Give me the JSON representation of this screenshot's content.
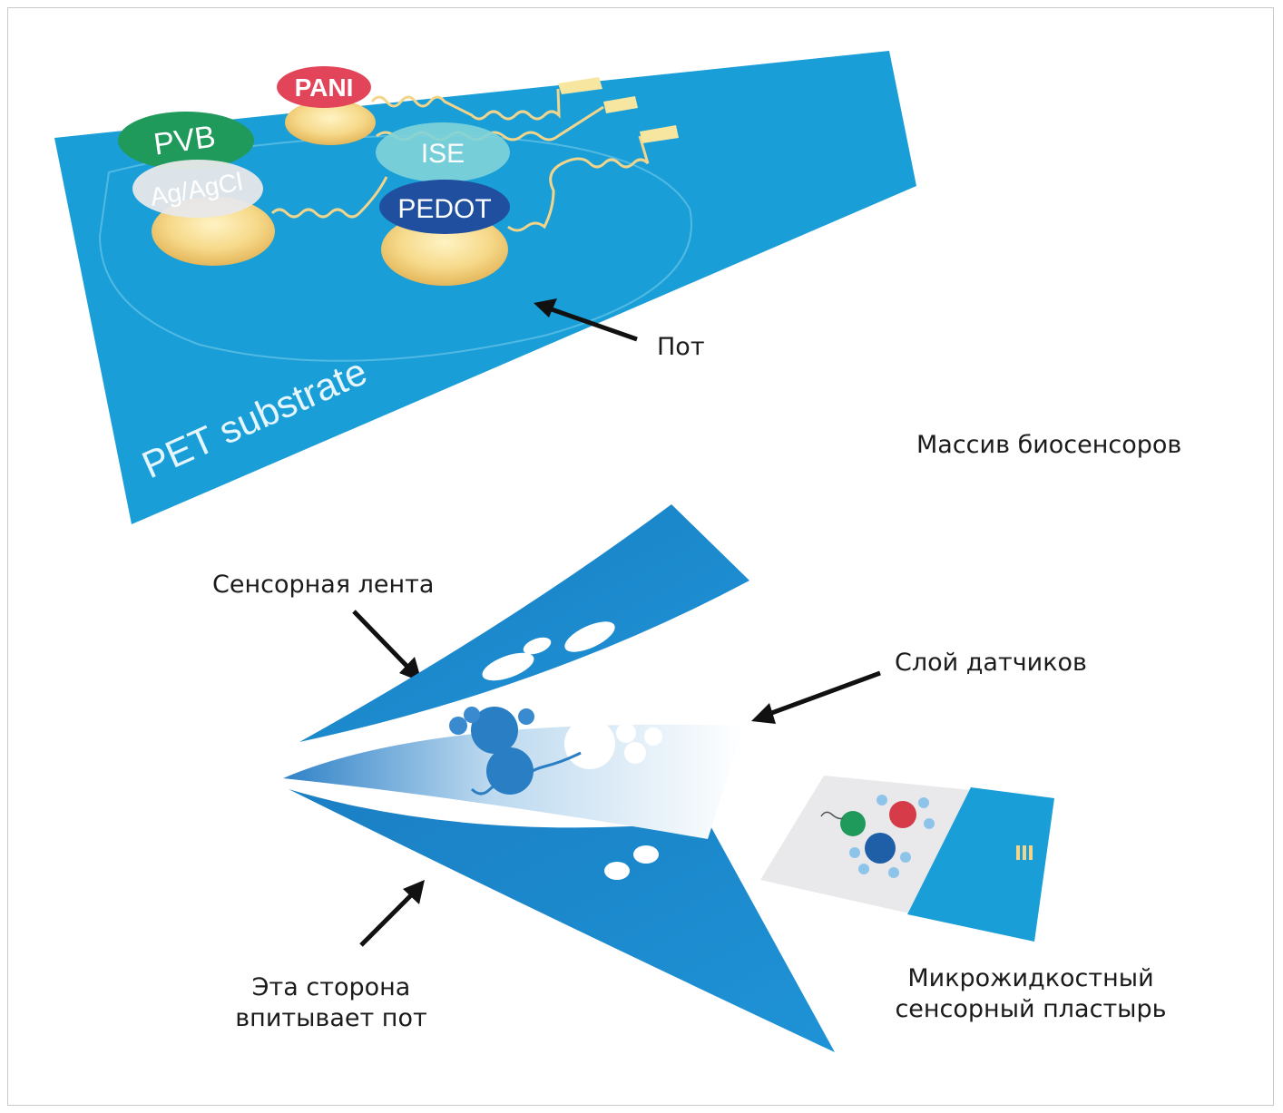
{
  "figure": {
    "chip_labels": {
      "pvb": "PVB",
      "pani": "PANI",
      "agagcl": "Ag/AgCl",
      "ise": "ISE",
      "pedot": "PEDOT",
      "substrate": "PET substrate"
    },
    "callouts": {
      "sweat": "Пот",
      "array": "Массив биосенсоров",
      "tape": "Сенсорная лента",
      "sensor_layer": "Слой датчиков",
      "absorb_line1": "Эта сторона",
      "absorb_line2": "впитывает пот",
      "patch_line1": "Микрожидкостный",
      "patch_line2": "сенсорный пластырь"
    },
    "colors": {
      "substrate_blue": "#1a9ed8",
      "tape_blue": "#1b88cc",
      "electrode_gold": "#f6d98a",
      "pvb_green": "#1f9a5a",
      "pani_red": "#e2455a",
      "pedot_navy": "#1f4f9e",
      "ise_teal": "#7fd3d8"
    }
  }
}
